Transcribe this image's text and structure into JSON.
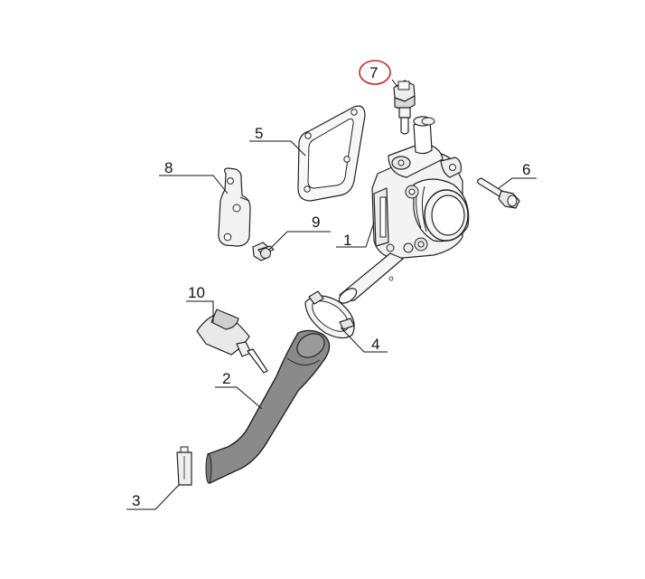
{
  "callouts": {
    "p1": "1",
    "p2": "2",
    "p3": "3",
    "p4": "4",
    "p5": "5",
    "p6": "6",
    "p7": "7",
    "p8": "8",
    "p9": "9",
    "p10": "10"
  },
  "highlighted_part": "7",
  "colors": {
    "highlight": "#c62828",
    "hose": "#8a8a8a",
    "outline": "#222222",
    "part_fill": "#f4f4f4"
  }
}
